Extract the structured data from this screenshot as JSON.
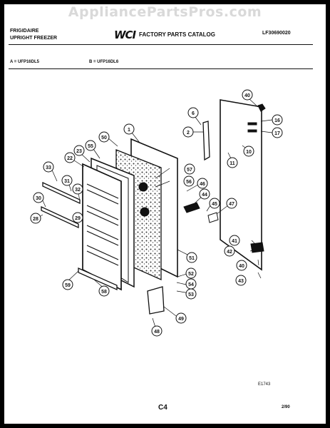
{
  "watermark": "AppliancePartsPros.com",
  "header": {
    "brand": "FRIGIDAIRE",
    "product": "UPRIGHT FREEZER",
    "logo": "WCI",
    "catalog_title": "FACTORY PARTS CATALOG",
    "catalog_number": "LF30690020"
  },
  "models": {
    "a": "A = UFP16DL5",
    "b": "B = UFP16DL6"
  },
  "callouts": {
    "c1": "1",
    "c2": "2",
    "c6": "6",
    "c10": "10",
    "c11": "11",
    "c16": "16",
    "c17": "17",
    "c22": "22",
    "c23": "23",
    "c28": "28",
    "c29": "29",
    "c30": "30",
    "c31": "31",
    "c32": "32",
    "c33": "33",
    "c40a": "40",
    "c40b": "40",
    "c41": "41",
    "c42": "42",
    "c43": "43",
    "c44": "44",
    "c45": "45",
    "c46": "46",
    "c47": "47",
    "c48": "48",
    "c49": "49",
    "c50": "50",
    "c51": "51",
    "c52": "52",
    "c53": "53",
    "c54": "54",
    "c55": "55",
    "c56": "56",
    "c57": "57",
    "c58": "58",
    "c59": "59"
  },
  "footer": {
    "figure_id": "E1743",
    "page": "C4",
    "date": "2/90"
  }
}
